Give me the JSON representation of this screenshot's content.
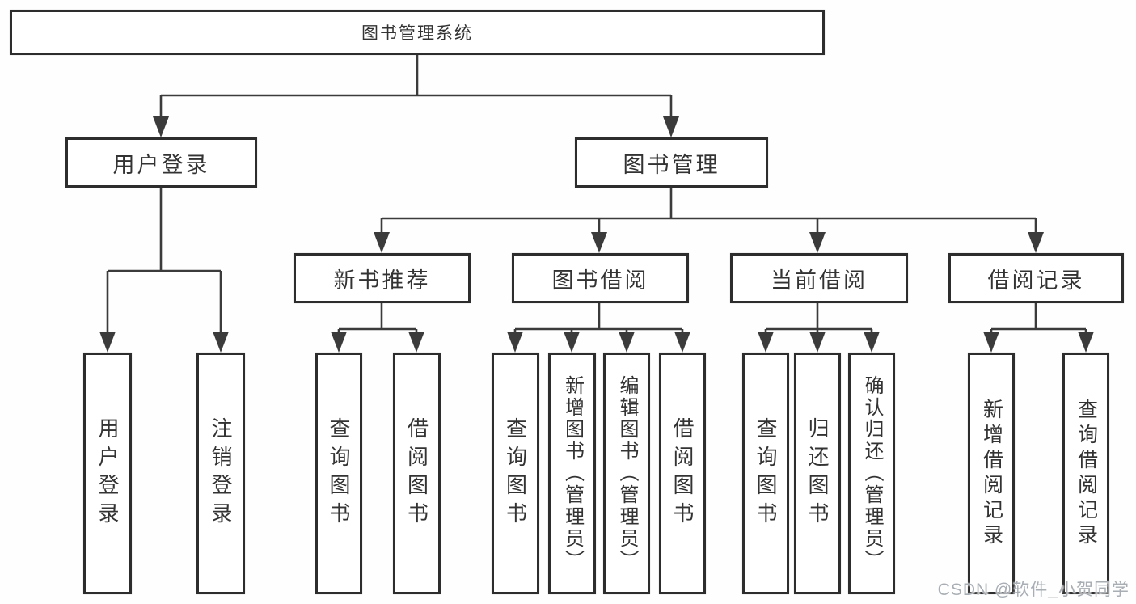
{
  "tree": {
    "label": "图书管理系统",
    "children": [
      {
        "label": "用户登录",
        "children": [
          {
            "label": "用户登录"
          },
          {
            "label": "注销登录"
          }
        ]
      },
      {
        "label": "图书管理",
        "children": [
          {
            "label": "新书推荐",
            "children": [
              {
                "label": "查询图书"
              },
              {
                "label": "借阅图书"
              }
            ]
          },
          {
            "label": "图书借阅",
            "children": [
              {
                "label": "查询图书"
              },
              {
                "label": "新增图书（管理员）"
              },
              {
                "label": "编辑图书（管理员）"
              },
              {
                "label": "借阅图书"
              }
            ]
          },
          {
            "label": "当前借阅",
            "children": [
              {
                "label": "查询图书"
              },
              {
                "label": "归还图书"
              },
              {
                "label": "确认归还（管理员）"
              }
            ]
          },
          {
            "label": "借阅记录",
            "children": [
              {
                "label": "新增借阅记录"
              },
              {
                "label": "查询借阅记录"
              }
            ]
          }
        ]
      }
    ]
  },
  "colors": {
    "line": "#3b3b3b",
    "box_border": "#2d2d2d",
    "box_bg": "#ffffff",
    "text": "#333333",
    "watermark": "#a8aeb4"
  },
  "watermark": {
    "text": "CSDN @软件_小贺同学"
  }
}
